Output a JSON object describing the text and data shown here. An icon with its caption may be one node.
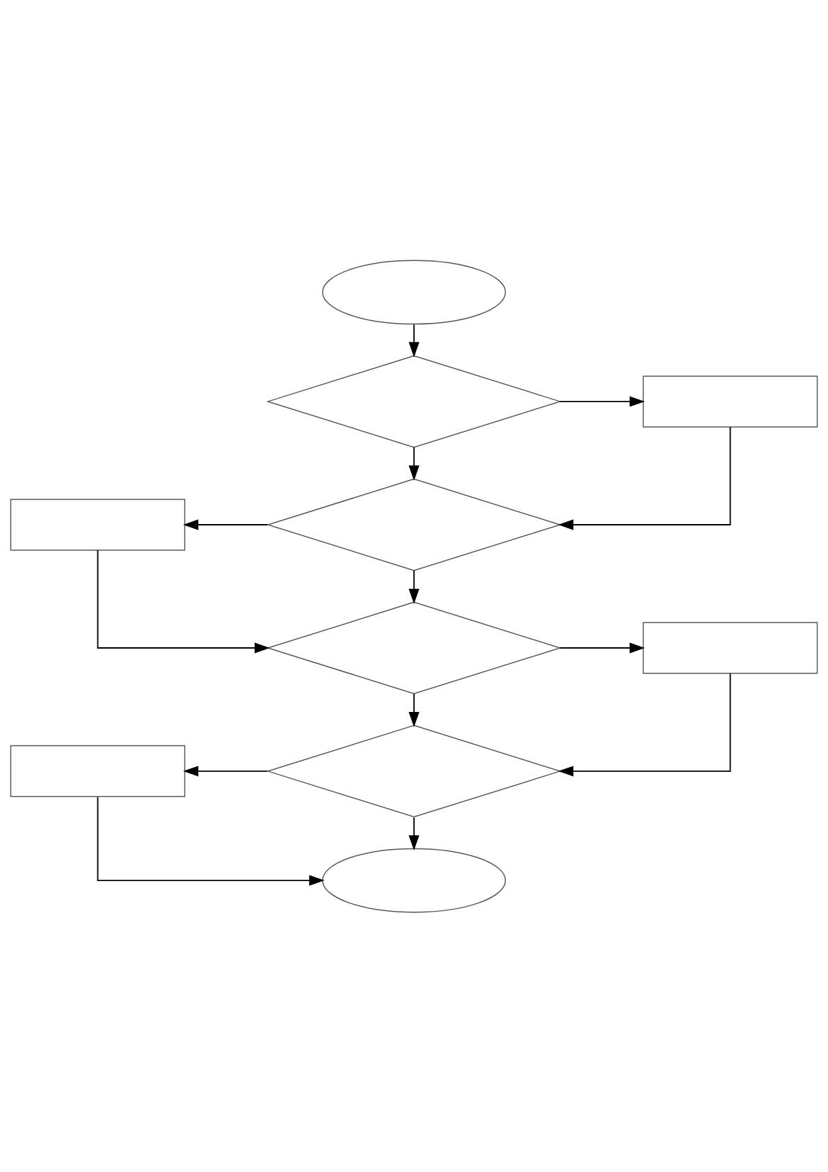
{
  "diagram": {
    "nodes": [
      {
        "text": [],
        "shape": "oval"
      },
      {
        "text": [],
        "shape": "diamond"
      },
      {
        "text": [],
        "shape": "box"
      },
      {
        "text": [],
        "shape": "box"
      },
      {
        "text": [],
        "shape": "diamond"
      },
      {
        "text": [],
        "shape": "diamond"
      },
      {
        "text": [],
        "shape": "box"
      },
      {
        "text": [],
        "shape": "box"
      },
      {
        "text": [],
        "shape": "diamond"
      },
      {
        "text": [],
        "shape": "oval"
      }
    ],
    "edges": [
      {
        "from": 0,
        "to": 1,
        "arrow": "to"
      },
      {
        "from": 1,
        "to": 2,
        "arrow": "to"
      },
      {
        "from": 1,
        "to": 4,
        "arrow": "to"
      },
      {
        "from": 2,
        "to": 4,
        "arrow": "to"
      },
      {
        "from": 4,
        "to": 3,
        "arrow": "to"
      },
      {
        "from": 4,
        "to": 5,
        "arrow": "to"
      },
      {
        "from": 3,
        "to": 5,
        "arrow": "to"
      },
      {
        "from": 5,
        "to": 6,
        "arrow": "to"
      },
      {
        "from": 5,
        "to": 8,
        "arrow": "to"
      },
      {
        "from": 6,
        "to": 8,
        "arrow": "to"
      },
      {
        "from": 8,
        "to": 7,
        "arrow": "to"
      },
      {
        "from": 8,
        "to": 9,
        "arrow": "to"
      },
      {
        "from": 7,
        "to": 9,
        "arrow": "to"
      }
    ]
  }
}
